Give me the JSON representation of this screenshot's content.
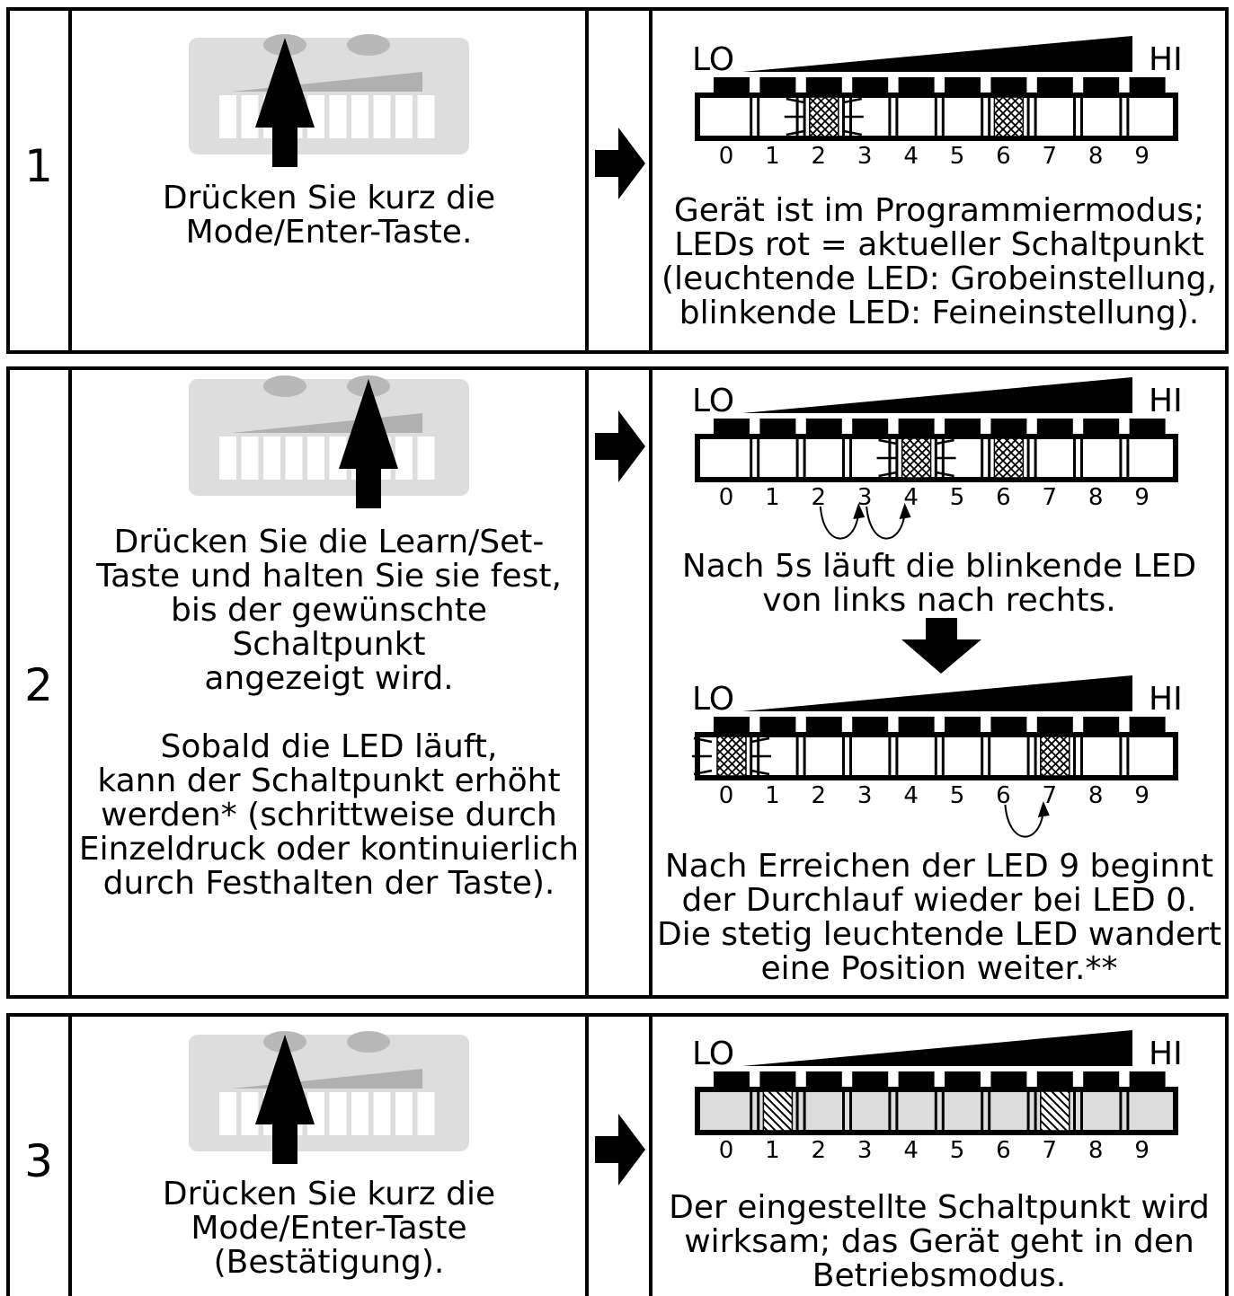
{
  "steps": [
    {
      "number": "1",
      "instruction": [
        "Drücken Sie kurz die",
        "Mode/Enter-Taste."
      ],
      "result": [
        "Gerät ist im Programmiermodus;",
        "LEDs rot = aktueller Schaltpunkt",
        "(leuchtende LED: Grobeinstellung,",
        "blinkende LED: Feineinstellung)."
      ]
    },
    {
      "number": "2",
      "instruction": [
        "Drücken Sie die Learn/Set-",
        "Taste und halten Sie sie fest,",
        "bis der gewünschte Schaltpunkt",
        "angezeigt wird.",
        "",
        "Sobald die LED läuft,",
        "kann der Schaltpunkt erhöht",
        "werden* (schrittweise durch",
        "Einzeldruck oder kontinuierlich",
        "durch Festhalten der Taste)."
      ],
      "result_a": [
        "Nach 5s läuft die blinkende LED",
        "von links nach rechts."
      ],
      "result_b": [
        "Nach Erreichen der LED 9 beginnt",
        "der Durchlauf wieder bei LED 0.",
        "Die stetig leuchtende LED wandert",
        "eine Position weiter.**"
      ]
    },
    {
      "number": "3",
      "instruction": [
        "Drücken Sie kurz die",
        "Mode/Enter-Taste",
        "(Bestätigung)."
      ],
      "result": [
        "Der eingestellte Schaltpunkt wird",
        "wirksam; das Gerät geht in den",
        "Betriebsmodus."
      ]
    }
  ],
  "scale": {
    "lo": "LO",
    "hi": "HI",
    "digits": [
      "0",
      "1",
      "2",
      "3",
      "4",
      "5",
      "6",
      "7",
      "8",
      "9"
    ]
  },
  "led_states": {
    "step1": {
      "blinking": 2,
      "steady": 6
    },
    "step2a": {
      "blinking": 4,
      "steady": 6,
      "arrows": [
        [
          2,
          3
        ],
        [
          3,
          4
        ]
      ]
    },
    "step2b": {
      "blinking": 0,
      "steady": 7,
      "arrows": [
        [
          6,
          7
        ]
      ]
    },
    "step3": {
      "setpoints": [
        1,
        7
      ]
    }
  },
  "colors": {
    "device_body": "#dddddd",
    "device_button": "#b8b8b8",
    "device_ramp": "#b0b0b0",
    "led_off_step3": "#dcdcdc"
  }
}
